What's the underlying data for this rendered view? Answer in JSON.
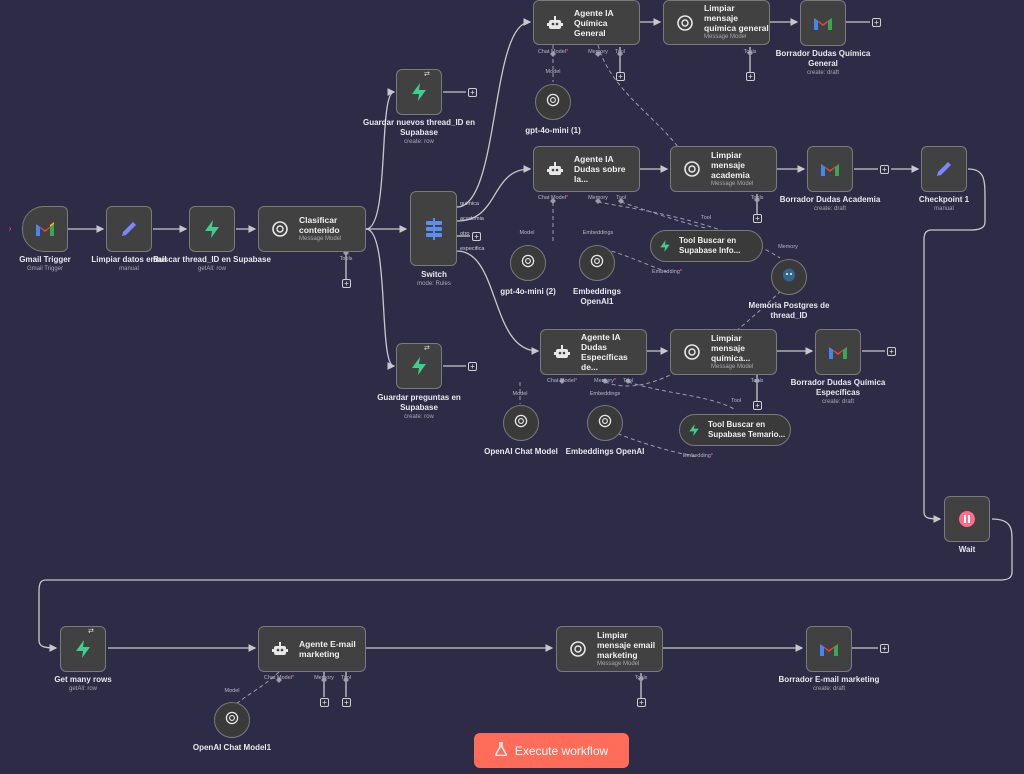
{
  "colors": {
    "canvas_bg": "#2e2b47",
    "node_bg": "#414141",
    "edge": "#c8c8cc",
    "accent_execute": "#ff6d5a",
    "supabase_green": "#3ecf8e",
    "set_purple": "#7b86ff",
    "wait_pink": "#ff6d8a"
  },
  "nodes": {
    "gmail_trigger": {
      "title": "Gmail Trigger",
      "sub": "Gmail Trigger",
      "icon": "gmail-icon"
    },
    "limpiar_datos": {
      "title": "Limpiar datos email",
      "sub": "manual",
      "icon": "pencil-icon"
    },
    "buscar_thread": {
      "title": "Buscar thread_ID en Supabase",
      "sub": "getAll: row",
      "icon": "supabase-icon"
    },
    "clasificar": {
      "title": "Clasificar contenido",
      "sub": "Message Model",
      "icon": "openai-icon"
    },
    "switch": {
      "title": "Switch",
      "sub": "mode: Rules",
      "outputs": [
        "quimica",
        "academia",
        "otro",
        "especifica"
      ],
      "icon": "switch-icon"
    },
    "guardar_thread": {
      "title": "Guardar nuevos thread_ID en Supabase",
      "sub": "create: row",
      "icon": "supabase-icon"
    },
    "guardar_preguntas": {
      "title": "Guardar preguntas en Supabase",
      "sub": "create: row",
      "icon": "supabase-icon"
    },
    "agente_general": {
      "title": "Agente IA Química General",
      "icon": "robot-icon"
    },
    "limpiar_general": {
      "title": "Limpiar mensaje química general",
      "sub": "Message Model",
      "icon": "openai-icon"
    },
    "borrador_general": {
      "title": "Borrador Dudas Química General",
      "sub": "create: draft",
      "icon": "gmail-icon"
    },
    "gpt1": {
      "title": "gpt-4o-mini (1)",
      "icon": "openai-icon"
    },
    "agente_academia": {
      "title": "Agente IA Dudas sobre la...",
      "icon": "robot-icon"
    },
    "limpiar_academia": {
      "title": "Limpiar mensaje academia",
      "sub": "Message Model",
      "icon": "openai-icon"
    },
    "borrador_academia": {
      "title": "Borrador Dudas Academia",
      "sub": "create: draft",
      "icon": "gmail-icon"
    },
    "checkpoint": {
      "title": "Checkpoint 1",
      "sub": "manual",
      "icon": "pencil-icon"
    },
    "gpt2": {
      "title": "gpt-4o-mini (2)",
      "icon": "openai-icon"
    },
    "emb1": {
      "title": "Embeddings OpenAI1",
      "icon": "openai-icon"
    },
    "tool_info": {
      "title": "Tool Buscar en Supabase Info...",
      "icon": "supabase-icon"
    },
    "memoria": {
      "title": "Memoria Postgres de thread_ID",
      "icon": "postgres-icon"
    },
    "agente_especificas": {
      "title": "Agente IA Dudas Específicas de...",
      "icon": "robot-icon"
    },
    "limpiar_quimica": {
      "title": "Limpiar mensaje química...",
      "sub": "Message Model",
      "icon": "openai-icon"
    },
    "borrador_especificas": {
      "title": "Borrador Dudas Química Específicas",
      "sub": "create: draft",
      "icon": "gmail-icon"
    },
    "openai_chat": {
      "title": "OpenAI Chat Model",
      "icon": "openai-icon"
    },
    "emb2": {
      "title": "Embeddings OpenAI",
      "icon": "openai-icon"
    },
    "tool_temario": {
      "title": "Tool Buscar en Supabase Temario...",
      "icon": "supabase-icon"
    },
    "wait": {
      "title": "Wait",
      "icon": "pause-icon"
    },
    "get_many": {
      "title": "Get many rows",
      "sub": "getAll: row",
      "icon": "supabase-icon"
    },
    "agente_email": {
      "title": "Agente E-mail marketing",
      "icon": "robot-icon"
    },
    "limpiar_email": {
      "title": "Limpiar mensaje email marketing",
      "sub": "Message Model",
      "icon": "openai-icon"
    },
    "borrador_email": {
      "title": "Borrador E-mail marketing",
      "sub": "create: draft",
      "icon": "gmail-icon"
    },
    "openai_chat1": {
      "title": "OpenAI Chat Model1",
      "icon": "openai-icon"
    }
  },
  "ports": {
    "chat_model": "Chat Model",
    "memory": "Memory",
    "tool": "Tool",
    "tools": "Tools",
    "model": "Model",
    "embeddings": "Embeddings",
    "embedding": "Embedding",
    "required_mark": "*"
  },
  "execute_button": {
    "label": "Execute workflow",
    "icon": "flask-icon"
  }
}
